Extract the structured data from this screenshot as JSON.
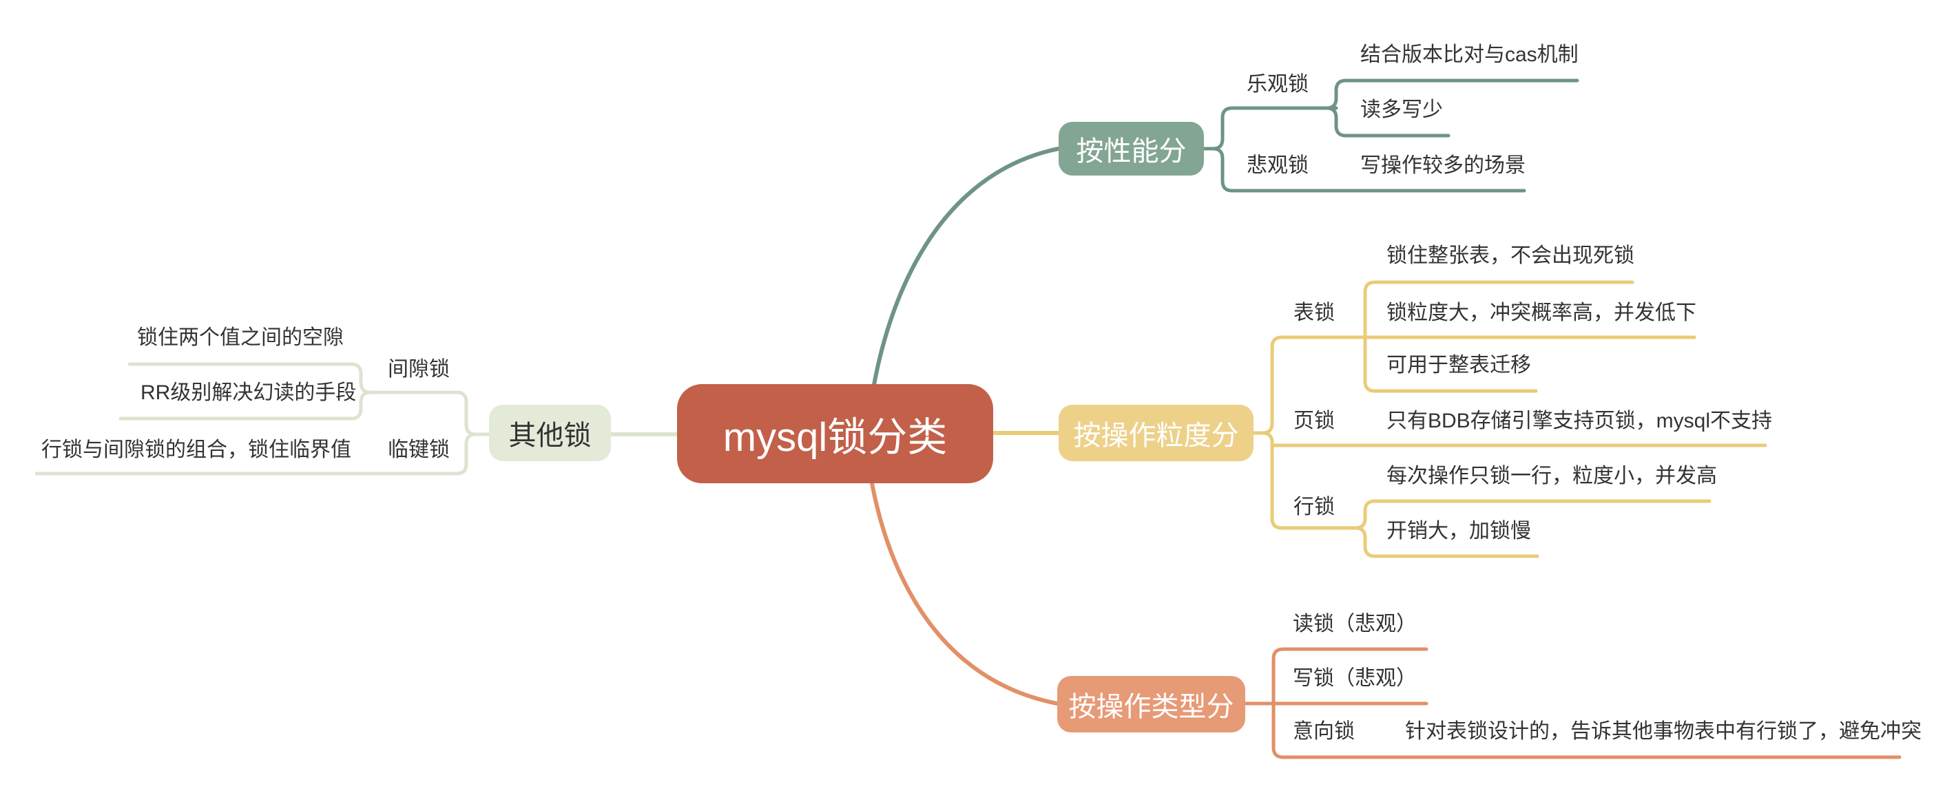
{
  "root": {
    "label": "mysql锁分类"
  },
  "colors": {
    "background": "#FFFFFF",
    "text": "#333333",
    "node_text": "#FFFFFF",
    "root_fill": "#C2604A",
    "performance_fill": "#83A593",
    "performance_line": "#6E9484",
    "granularity_fill": "#EDD189",
    "granularity_line": "#E9CC78",
    "type_fill": "#E79A76",
    "type_line": "#E29067",
    "other_fill": "#E4EAD8",
    "other_line": "#DCE4D0"
  },
  "branches": {
    "performance": {
      "label": "按性能分",
      "children": [
        {
          "label": "乐观锁",
          "children": [
            {
              "label": "结合版本比对与cas机制"
            },
            {
              "label": "读多写少"
            }
          ]
        },
        {
          "label": "悲观锁",
          "children": [
            {
              "label": "写操作较多的场景"
            }
          ]
        }
      ]
    },
    "granularity": {
      "label": "按操作粒度分",
      "children": [
        {
          "label": "表锁",
          "children": [
            {
              "label": "锁住整张表，不会出现死锁"
            },
            {
              "label": "锁粒度大，冲突概率高，并发低下"
            },
            {
              "label": "可用于整表迁移"
            }
          ]
        },
        {
          "label": "页锁",
          "children": [
            {
              "label": "只有BDB存储引擎支持页锁，mysql不支持"
            }
          ]
        },
        {
          "label": "行锁",
          "children": [
            {
              "label": "每次操作只锁一行，粒度小，并发高"
            },
            {
              "label": "开销大，加锁慢"
            }
          ]
        }
      ]
    },
    "type": {
      "label": "按操作类型分",
      "children": [
        {
          "label": "读锁（悲观）"
        },
        {
          "label": "写锁（悲观）"
        },
        {
          "label": "意向锁",
          "children": [
            {
              "label": "针对表锁设计的，告诉其他事物表中有行锁了，避免冲突"
            }
          ]
        }
      ]
    },
    "other": {
      "label": "其他锁",
      "children": [
        {
          "label": "间隙锁",
          "children": [
            {
              "label": "锁住两个值之间的空隙"
            },
            {
              "label": "RR级别解决幻读的手段"
            }
          ]
        },
        {
          "label": "临键锁",
          "children": [
            {
              "label": "行锁与间隙锁的组合，锁住临界值"
            }
          ]
        }
      ]
    }
  }
}
